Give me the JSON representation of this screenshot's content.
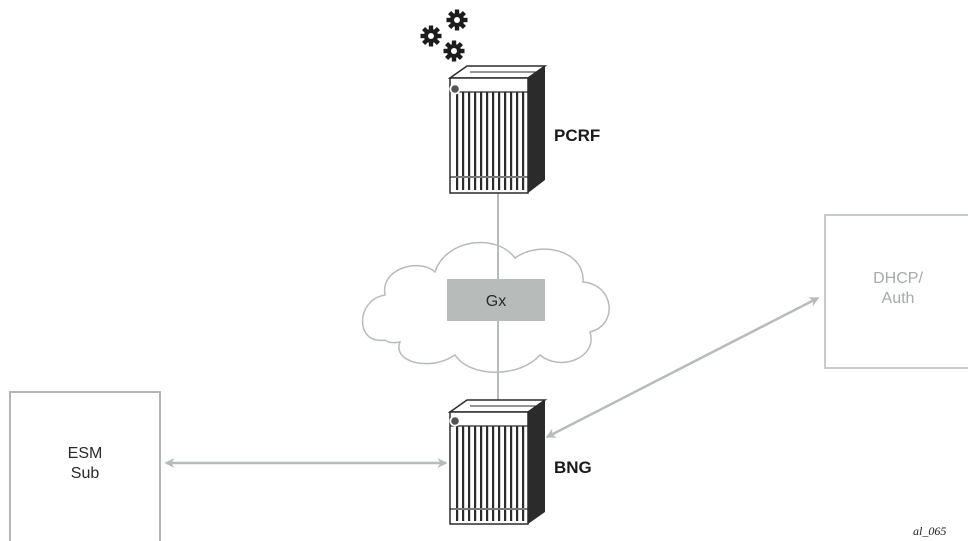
{
  "nodes": {
    "pcrf": {
      "label": "PCRF"
    },
    "bng": {
      "label": "BNG"
    },
    "esm_sub": {
      "line1": "ESM",
      "line2": "Sub"
    },
    "dhcp_auth": {
      "line1": "DHCP/",
      "line2": "Auth"
    }
  },
  "interfaces": {
    "gx": {
      "label": "Gx"
    }
  },
  "figure_id": "al_065",
  "colors": {
    "connector": "#b7bcba",
    "box_border_dark": "#b5b5b5",
    "box_border_light": "#c8ccca",
    "gx_fill": "#b7bcba",
    "cloud_fill": "#ffffff",
    "router_dark": "#2b2b2b"
  },
  "icons": {
    "gears": "gears-icon",
    "router": "router-chassis-icon"
  }
}
